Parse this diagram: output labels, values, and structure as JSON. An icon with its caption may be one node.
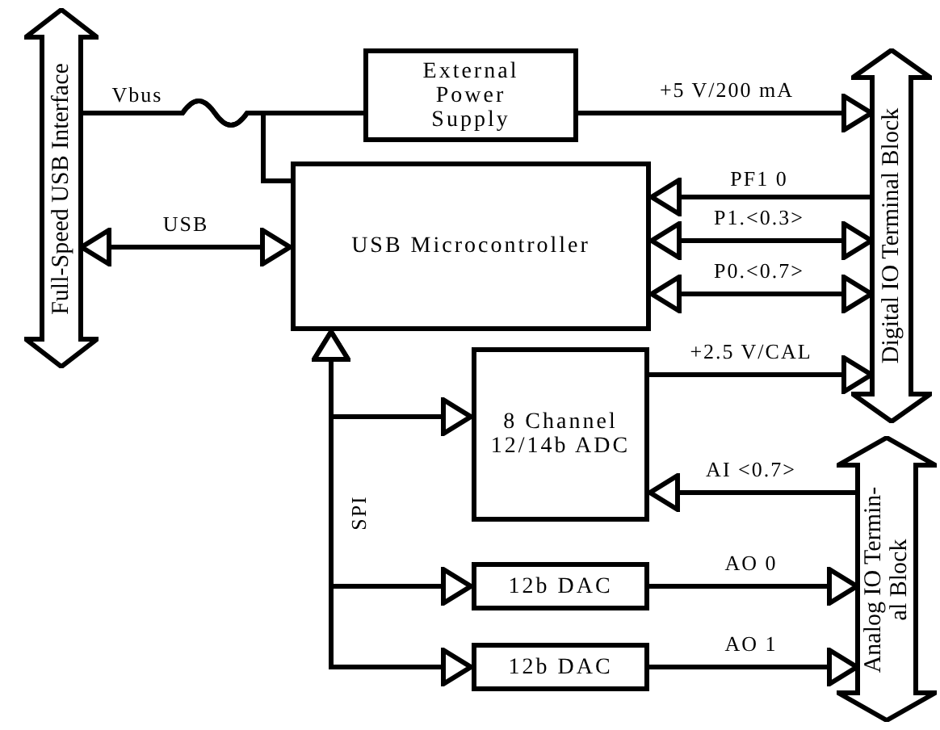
{
  "diagram": {
    "nodes": [
      {
        "text": [
          "Full-Speed USB Interface"
        ]
      },
      {
        "text": [
          "External Power Supply"
        ]
      },
      {
        "text": [
          "USB Microcontroller"
        ]
      },
      {
        "text": [
          "Digital IO Terminal Block"
        ]
      },
      {
        "text": [
          "8 Channel 12/14b ADC"
        ]
      },
      {
        "text": [
          "12b DAC"
        ]
      },
      {
        "text": [
          "12b DAC"
        ]
      },
      {
        "text": [
          "Analog IO Termin- al Block"
        ]
      }
    ],
    "edges": [
      {
        "from": 0,
        "to": 1,
        "arrow": "none",
        "label": "Vbus"
      },
      {
        "from": 0,
        "to": 2,
        "arrow": "none"
      },
      {
        "from": 0,
        "to": 2,
        "arrow": "both",
        "label": "USB"
      },
      {
        "from": 1,
        "to": 3,
        "arrow": "to",
        "label": "+5 V/200 mA"
      },
      {
        "from": 3,
        "to": 2,
        "arrow": "to",
        "label": "PF1 0"
      },
      {
        "from": 2,
        "to": 3,
        "arrow": "both",
        "label": "P1.<0.3>"
      },
      {
        "from": 2,
        "to": 3,
        "arrow": "both",
        "label": "P0.<0.7>"
      },
      {
        "from": 4,
        "to": 3,
        "arrow": "to",
        "label": "+2.5 V/CAL"
      },
      {
        "from": 7,
        "to": 4,
        "arrow": "to",
        "label": "AI <0.7>"
      },
      {
        "from": 5,
        "to": 7,
        "arrow": "to",
        "label": "AO 0"
      },
      {
        "from": 6,
        "to": 7,
        "arrow": "to",
        "label": "AO 1"
      },
      {
        "from": 2,
        "to": 4,
        "arrow": "both"
      },
      {
        "from": 2,
        "to": 5,
        "arrow": "both",
        "label": "SPI"
      },
      {
        "from": 2,
        "to": 6,
        "arrow": "both"
      }
    ]
  }
}
